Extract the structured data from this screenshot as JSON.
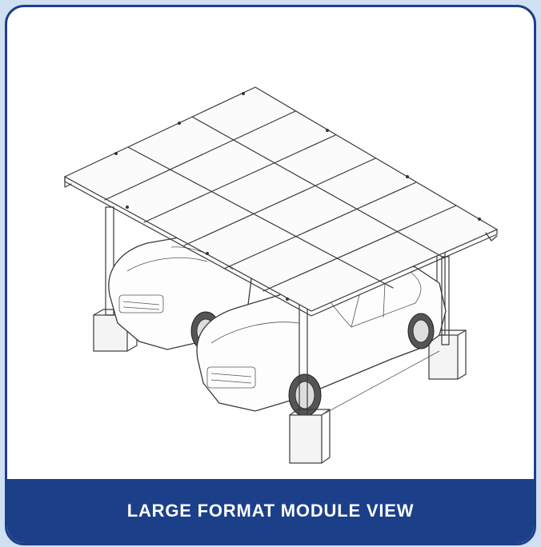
{
  "caption": "LARGE FORMAT MODULE VIEW",
  "colors": {
    "frame": "#1c3f8a",
    "caption_text": "#ffffff",
    "background": "#cfe0f2",
    "line": "#3a3a3a"
  },
  "illustration": {
    "subject": "solar-carport-line-drawing",
    "panel_grid": {
      "rows": 6,
      "columns": 3
    },
    "cars": 2,
    "posts": 4
  }
}
